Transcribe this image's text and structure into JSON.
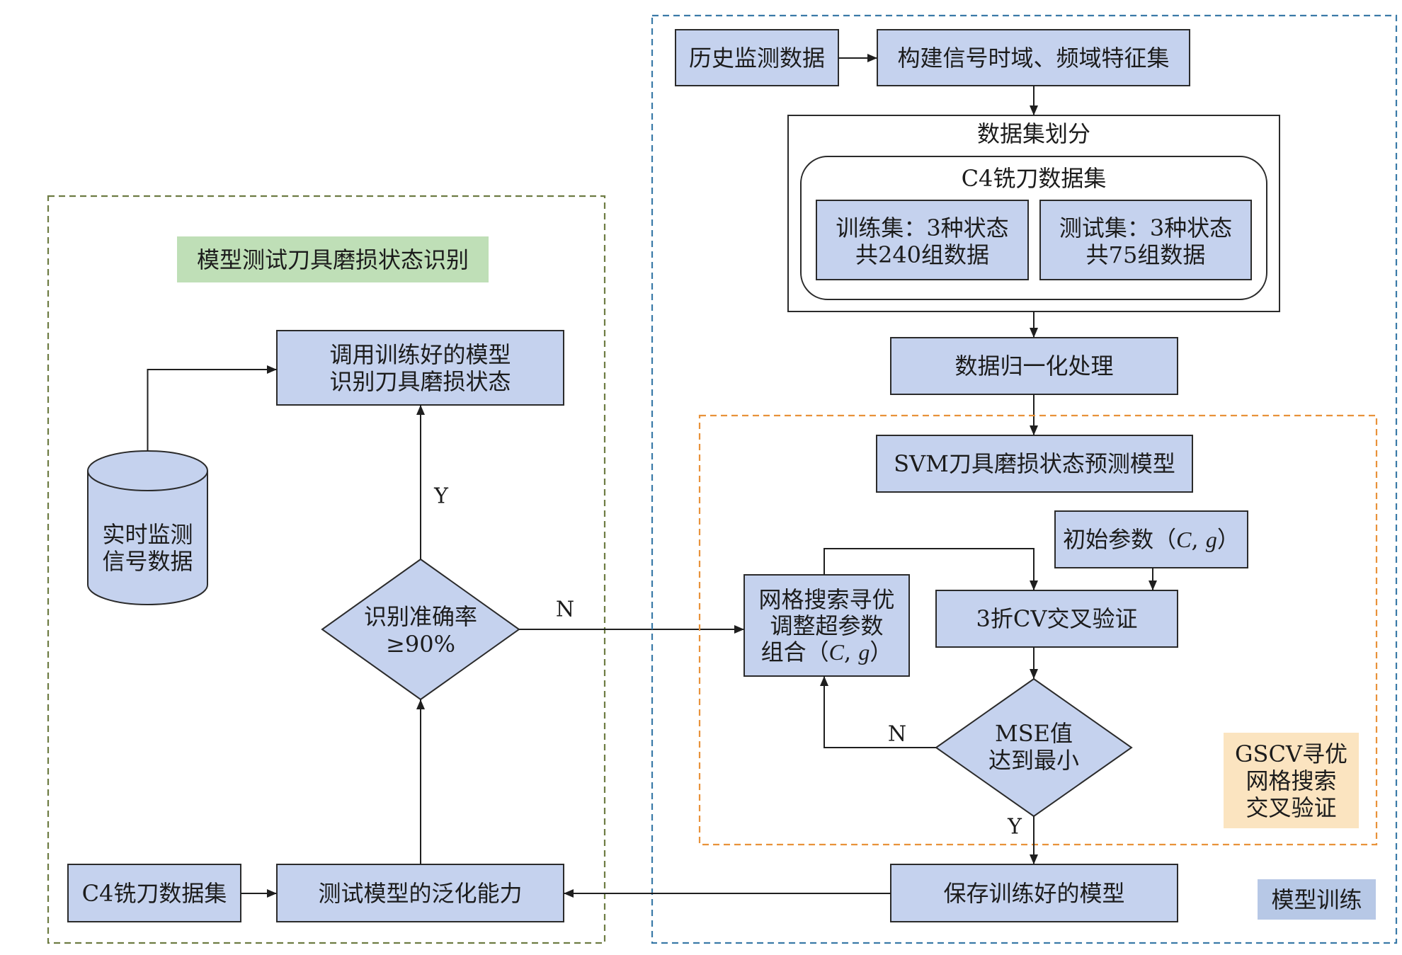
{
  "testing": {
    "section_label": "模型测试刀具磨损状态识别",
    "recognize_box": [
      "调用训练好的模型",
      "识别刀具磨损状态"
    ],
    "realtime_data": [
      "实时监测",
      "信号数据"
    ],
    "accuracy_check": [
      "识别准确率",
      "≥90%"
    ],
    "yes_label": "Y",
    "no_label": "N",
    "c4_dataset": "C4铣刀数据集",
    "generalization_test": "测试模型的泛化能力"
  },
  "training": {
    "section_label": "模型训练",
    "history_data": "历史监测数据",
    "feature_set": "构建信号时域、频域特征集",
    "dataset_split": {
      "title": "数据集划分",
      "dataset_name": "C4铣刀数据集",
      "train_set": [
        "训练集：3种状态",
        "共240组数据"
      ],
      "test_set": [
        "测试集：3种状态",
        "共75组数据"
      ]
    },
    "normalization": "数据归一化处理",
    "svm_model": "SVM刀具磨损状态预测模型",
    "gscv": {
      "label": [
        "GSCV寻优",
        "网格搜索",
        "交叉验证"
      ],
      "initial_params": {
        "prefix": "初始参数（",
        "param_c": "C",
        "separator": ", ",
        "param_g": "g",
        "suffix": "）"
      },
      "grid_search": {
        "lines": [
          "网格搜索寻优",
          "调整超参数"
        ],
        "prefix": "组合（",
        "param_c": "C",
        "separator": ", ",
        "param_g": "g",
        "suffix": "）"
      },
      "cross_validation": "3折CV交叉验证",
      "mse_check": [
        "MSE值",
        "达到最小"
      ],
      "no_label": "N",
      "yes_label": "Y"
    },
    "save_model": "保存训练好的模型"
  },
  "colors": {
    "box_fill": "#C5D2EE",
    "frame_green": "#6E7C43",
    "frame_blue": "#3A7AA8",
    "frame_orange": "#E8923A",
    "label_green": "#BFDFB7",
    "label_beige": "#FBE4C0",
    "label_blue": "#B7C8E6"
  }
}
